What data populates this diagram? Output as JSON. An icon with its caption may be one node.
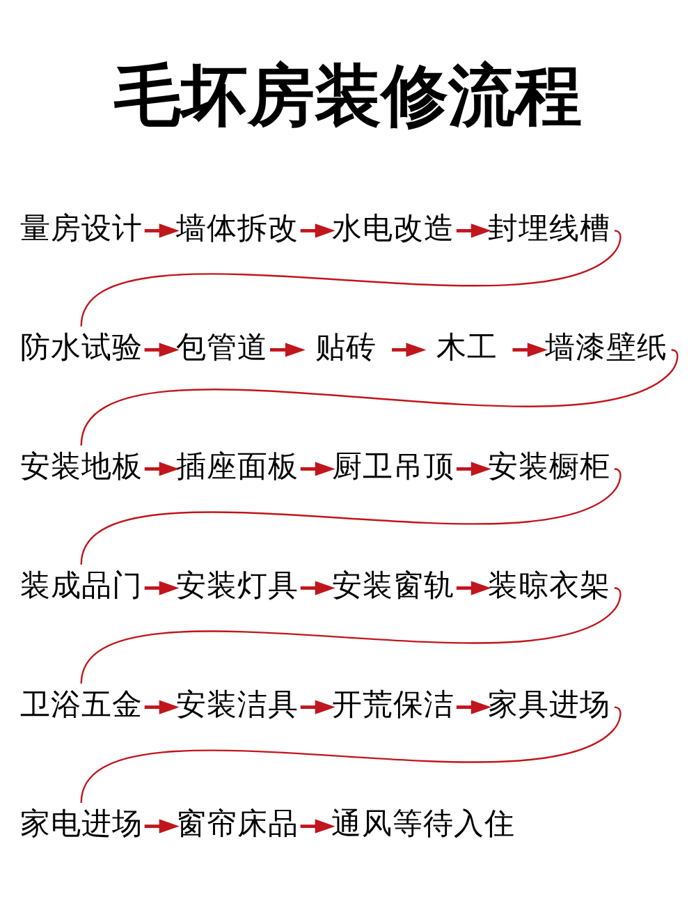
{
  "diagram": {
    "title": "毛坏房装修流程",
    "nodes": [
      {
        "text": [
          "量房设计"
        ]
      },
      {
        "text": [
          "墙体拆改"
        ]
      },
      {
        "text": [
          "水电改造"
        ]
      },
      {
        "text": [
          "封埋线槽"
        ]
      },
      {
        "text": [
          "防水试验"
        ]
      },
      {
        "text": [
          "包管道"
        ]
      },
      {
        "text": [
          "贴砖"
        ]
      },
      {
        "text": [
          "木工"
        ]
      },
      {
        "text": [
          "墙漆壁纸"
        ]
      },
      {
        "text": [
          "安装地板"
        ]
      },
      {
        "text": [
          "插座面板"
        ]
      },
      {
        "text": [
          "厨卫吊顶"
        ]
      },
      {
        "text": [
          "安装橱柜"
        ]
      },
      {
        "text": [
          "装成品门"
        ]
      },
      {
        "text": [
          "安装灯具"
        ]
      },
      {
        "text": [
          "安装窗轨"
        ]
      },
      {
        "text": [
          "装晾衣架"
        ]
      },
      {
        "text": [
          "卫浴五金"
        ]
      },
      {
        "text": [
          "安装洁具"
        ]
      },
      {
        "text": [
          "开荒保洁"
        ]
      },
      {
        "text": [
          "家具进场"
        ]
      },
      {
        "text": [
          "家电进场"
        ]
      },
      {
        "text": [
          "窗帘床品"
        ]
      },
      {
        "text": [
          "通风等待入住"
        ]
      }
    ],
    "edges": [
      {
        "from": 0,
        "to": 1,
        "arrow": "to"
      },
      {
        "from": 1,
        "to": 2,
        "arrow": "to"
      },
      {
        "from": 2,
        "to": 3,
        "arrow": "to"
      },
      {
        "from": 3,
        "to": 4,
        "arrow": "none"
      },
      {
        "from": 4,
        "to": 5,
        "arrow": "to"
      },
      {
        "from": 5,
        "to": 6,
        "arrow": "to"
      },
      {
        "from": 6,
        "to": 7,
        "arrow": "to"
      },
      {
        "from": 7,
        "to": 8,
        "arrow": "to"
      },
      {
        "from": 8,
        "to": 9,
        "arrow": "none"
      },
      {
        "from": 9,
        "to": 10,
        "arrow": "to"
      },
      {
        "from": 10,
        "to": 11,
        "arrow": "to"
      },
      {
        "from": 11,
        "to": 12,
        "arrow": "to"
      },
      {
        "from": 12,
        "to": 13,
        "arrow": "none"
      },
      {
        "from": 13,
        "to": 14,
        "arrow": "to"
      },
      {
        "from": 14,
        "to": 15,
        "arrow": "to"
      },
      {
        "from": 15,
        "to": 16,
        "arrow": "to"
      },
      {
        "from": 16,
        "to": 17,
        "arrow": "none"
      },
      {
        "from": 17,
        "to": 18,
        "arrow": "to"
      },
      {
        "from": 18,
        "to": 19,
        "arrow": "to"
      },
      {
        "from": 19,
        "to": 20,
        "arrow": "to"
      },
      {
        "from": 20,
        "to": 21,
        "arrow": "none"
      },
      {
        "from": 21,
        "to": 22,
        "arrow": "to"
      },
      {
        "from": 22,
        "to": 23,
        "arrow": "to"
      }
    ]
  }
}
